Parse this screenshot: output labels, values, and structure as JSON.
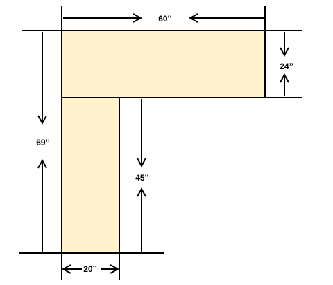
{
  "diagram": {
    "colors": {
      "fill": "#FFF2CC",
      "stroke": "#000000",
      "background": "#FFFFFF"
    },
    "dimensions": {
      "top_width": "60’’",
      "top_depth": "24’’",
      "overall_length": "69’’",
      "leg_length": "45’’",
      "leg_width": "20’’"
    }
  }
}
